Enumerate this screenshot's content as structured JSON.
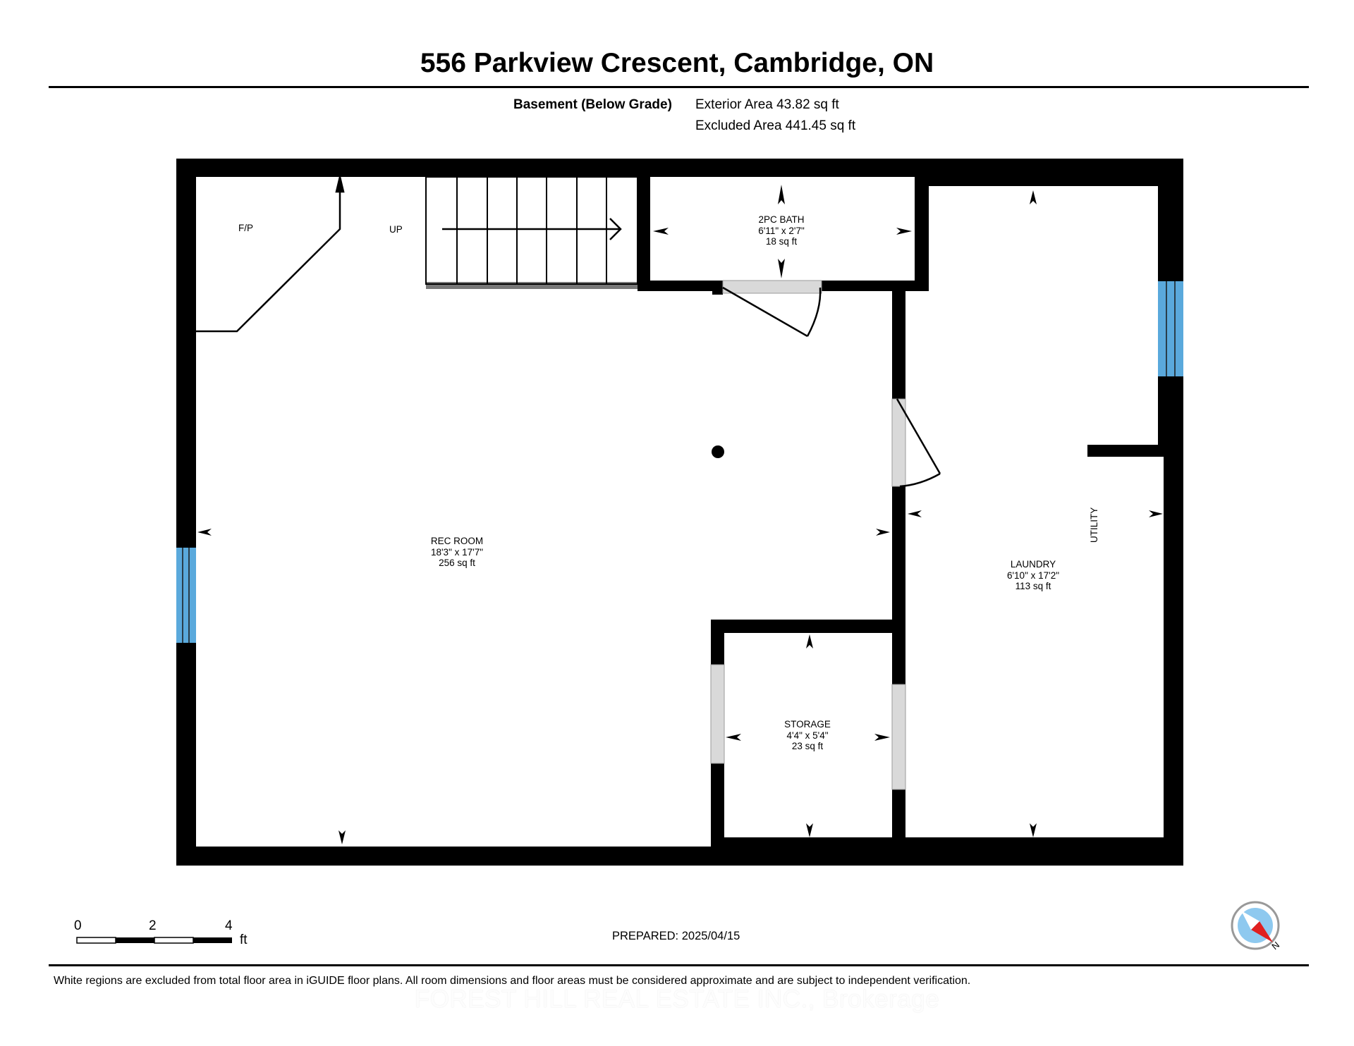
{
  "header": {
    "title": "556 Parkview Crescent, Cambridge, ON",
    "floor_label": "Basement (Below Grade)",
    "exterior_area": "Exterior Area 43.82 sq ft",
    "excluded_area": "Excluded Area 441.45 sq ft"
  },
  "rooms": {
    "rec_room": {
      "name": "REC ROOM",
      "dims": "18'3\" x 17'7\"",
      "area": "256 sq ft"
    },
    "bath": {
      "name": "2PC BATH",
      "dims": "6'11\" x 2'7\"",
      "area": "18 sq ft"
    },
    "laundry": {
      "name": "LAUNDRY",
      "dims": "6'10\" x 17'2\"",
      "area": "113 sq ft"
    },
    "storage": {
      "name": "STORAGE",
      "dims": "4'4\" x 5'4\"",
      "area": "23 sq ft"
    }
  },
  "labels": {
    "fireplace": "F/P",
    "stairs": "UP",
    "utility": "UTILITY"
  },
  "scale": {
    "ticks": [
      "0",
      "2",
      "4"
    ],
    "unit": "ft"
  },
  "compass": {
    "letter": "N"
  },
  "prepared": "PREPARED: 2025/04/15",
  "footer": {
    "disclaimer": "White regions are excluded from total floor area in iGUIDE floor plans. All room dimensions and floor areas must be considered approximate and are subject to independent verification.",
    "watermark": "FOREST HILL REAL ESTATE INC., Brokerage"
  },
  "colors": {
    "wall": "#000000",
    "window": "#5aa9dc",
    "door_gap": "#d9d9d9",
    "compass_circle": "#8ec9ef",
    "compass_needle": "#e02020"
  }
}
